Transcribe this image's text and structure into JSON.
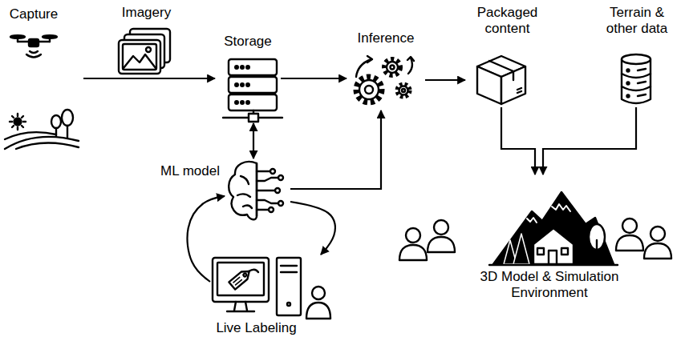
{
  "diagram": {
    "nodes": [
      {
        "text": [
          "Capture"
        ]
      },
      {
        "text": [
          "Imagery"
        ]
      },
      {
        "text": [
          "Storage"
        ]
      },
      {
        "text": [
          "Inference"
        ]
      },
      {
        "text": [
          "Packaged content"
        ]
      },
      {
        "text": [
          "Terrain & other data"
        ]
      },
      {
        "text": [
          "ML model"
        ]
      },
      {
        "text": [
          "Live Labeling"
        ]
      },
      {
        "text": [
          "3D Model & Simulation Environment"
        ]
      }
    ],
    "edges": [
      {
        "from": 0,
        "to": 2,
        "arrow": "to"
      },
      {
        "from": 2,
        "to": 3,
        "arrow": "to"
      },
      {
        "from": 2,
        "to": 6,
        "arrow": "both"
      },
      {
        "from": 3,
        "to": 4,
        "arrow": "to"
      },
      {
        "from": 6,
        "to": 3,
        "arrow": "to"
      },
      {
        "from": 6,
        "to": 7,
        "arrow": "to"
      },
      {
        "from": 7,
        "to": 6,
        "arrow": "to"
      },
      {
        "from": 4,
        "to": 8,
        "arrow": "to"
      },
      {
        "from": 5,
        "to": 8,
        "arrow": "to"
      }
    ]
  }
}
